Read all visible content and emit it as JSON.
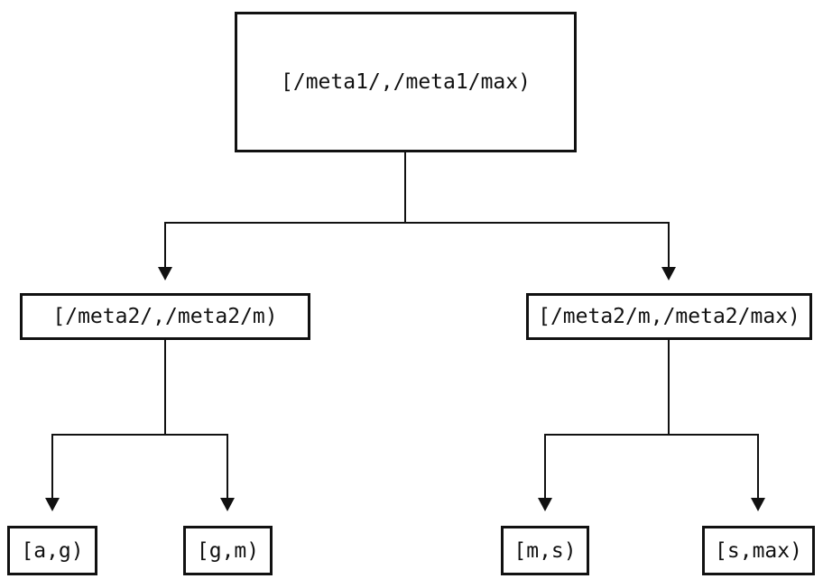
{
  "colors": {
    "background": "#ffffff",
    "line": "#111111",
    "text": "#111111"
  },
  "nodes": {
    "root": {
      "label": "[/meta1/,/meta1/max)"
    },
    "left": {
      "label": "[/meta2/,/meta2/m)"
    },
    "right": {
      "label": "[/meta2/m,/meta2/max)"
    },
    "leaf_ag": {
      "label": "[a,g)"
    },
    "leaf_gm": {
      "label": "[g,m)"
    },
    "leaf_ms": {
      "label": "[m,s)"
    },
    "leaf_smax": {
      "label": "[s,max)"
    }
  }
}
